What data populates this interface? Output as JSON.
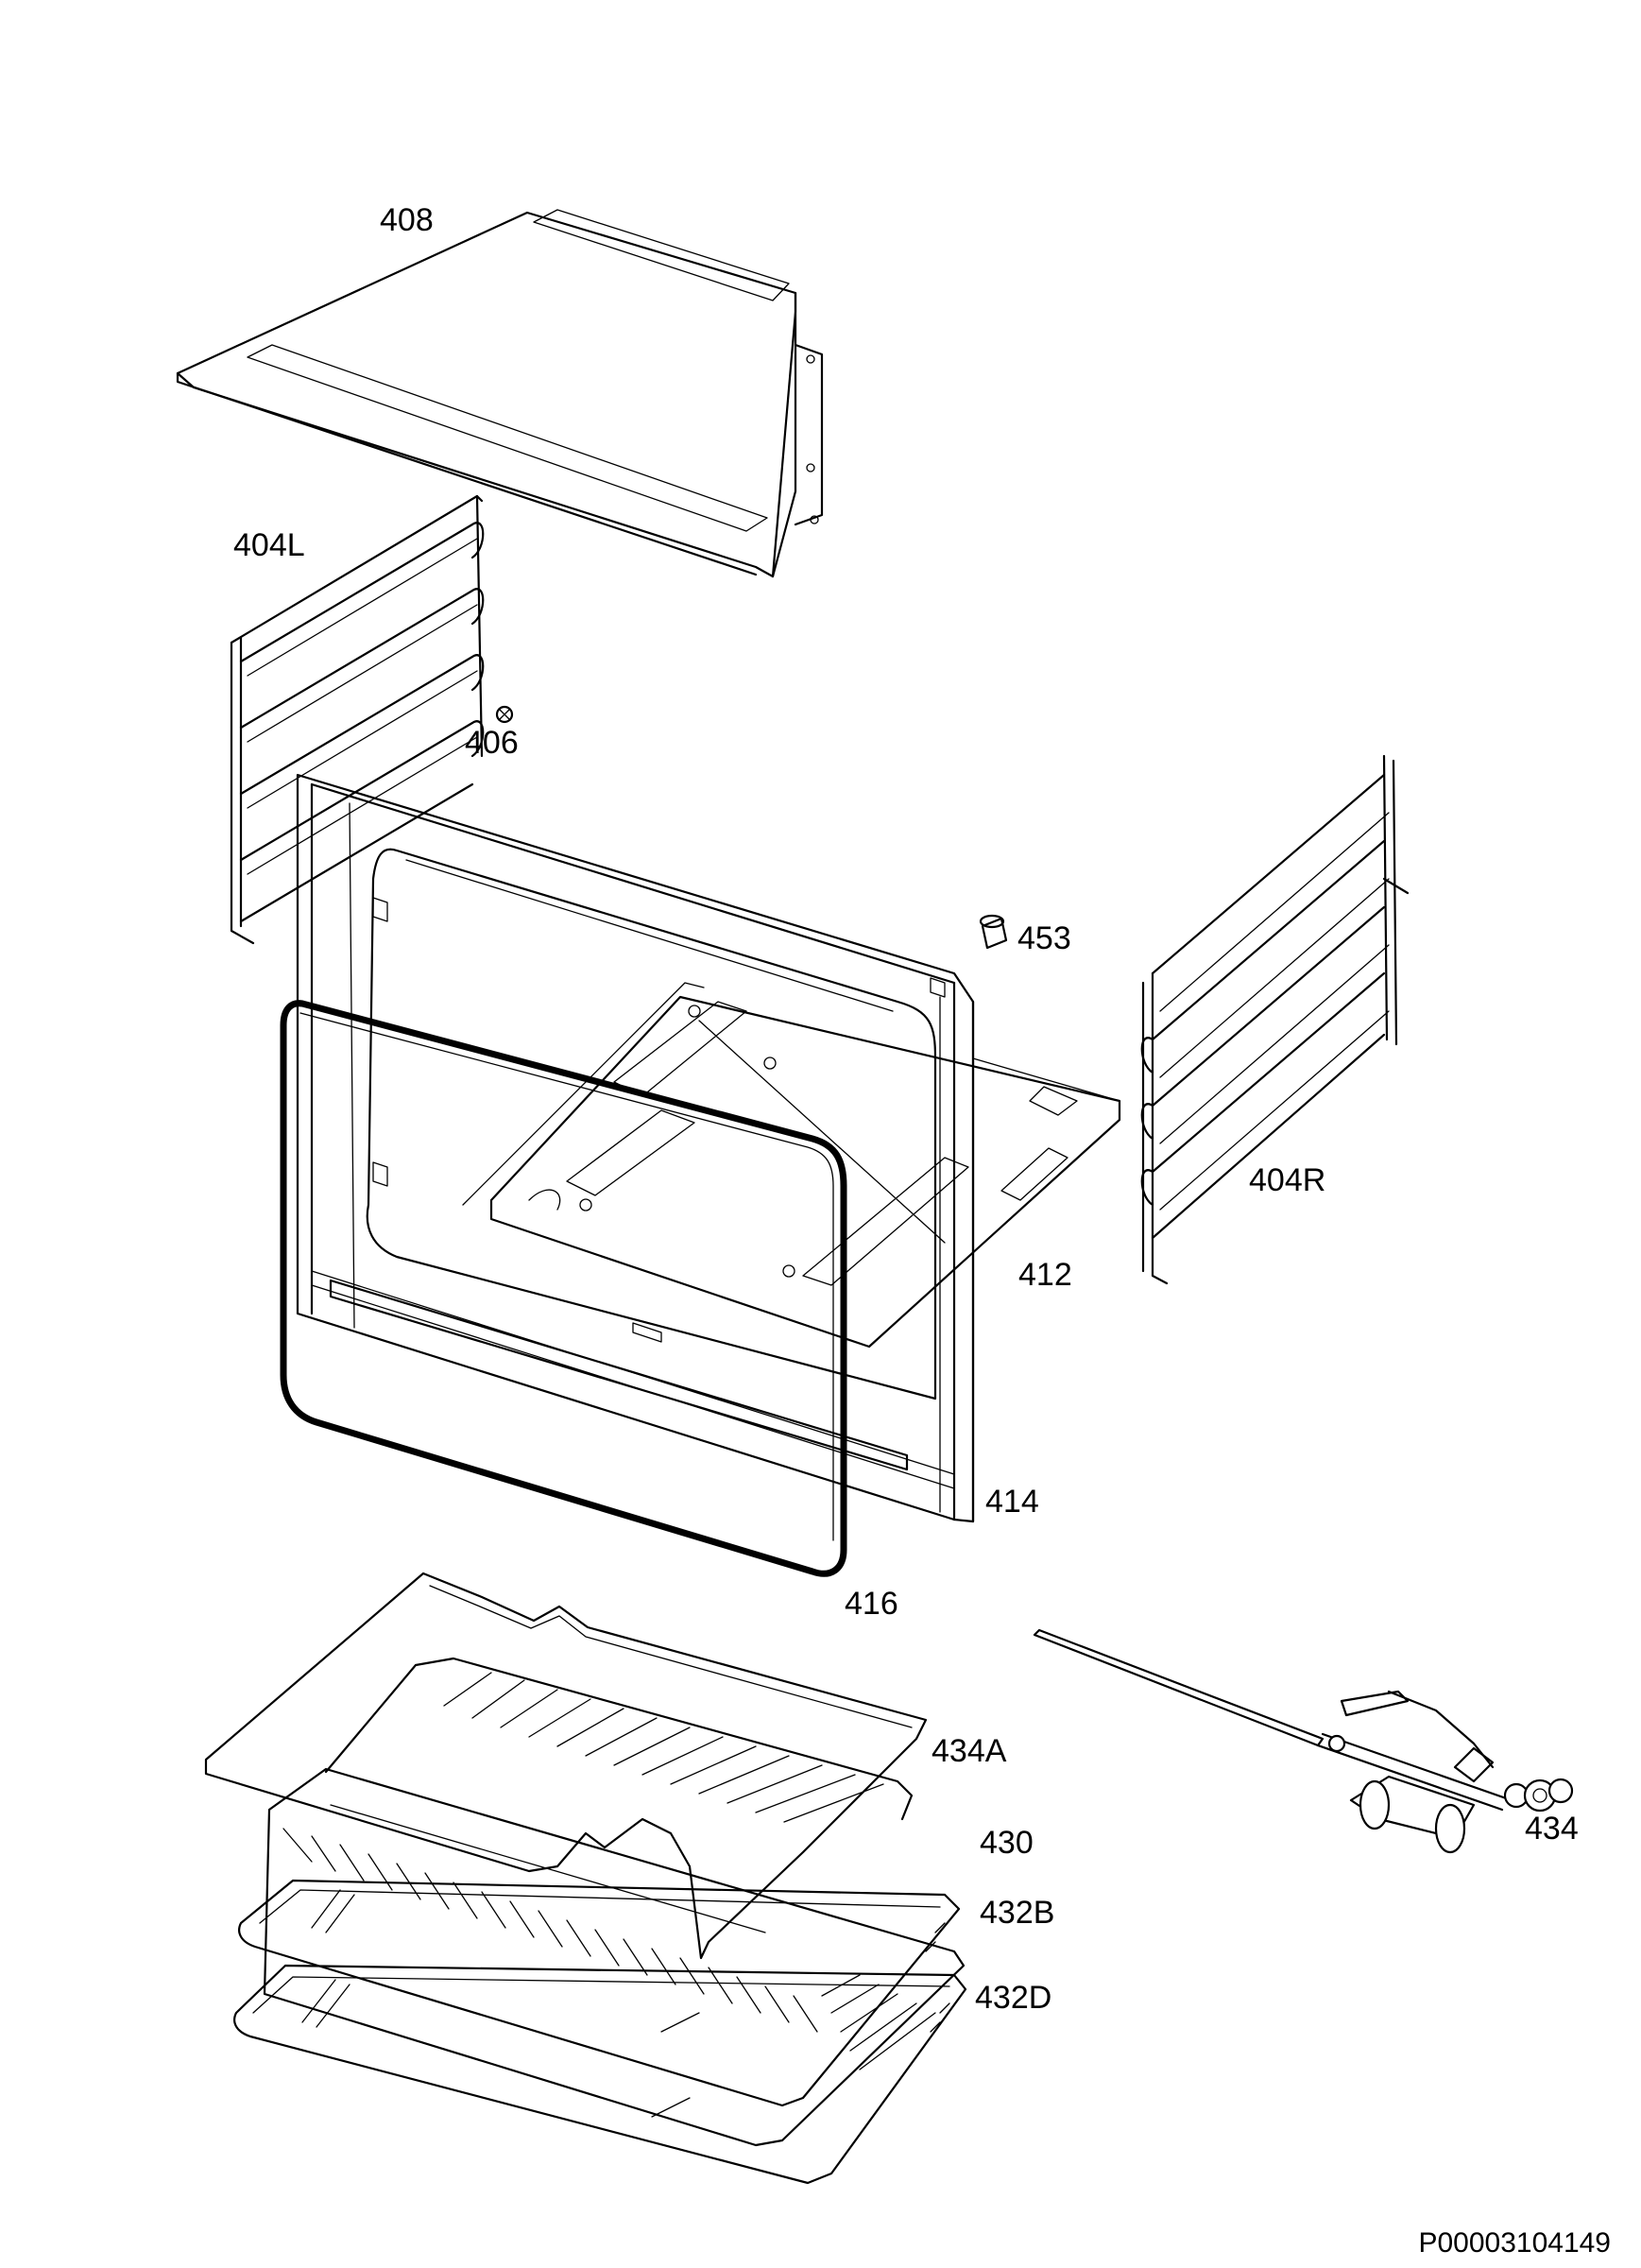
{
  "parts": [
    {
      "key": "408",
      "label": "408"
    },
    {
      "key": "404L",
      "label": "404L"
    },
    {
      "key": "406",
      "label": "406"
    },
    {
      "key": "453",
      "label": "453"
    },
    {
      "key": "404R",
      "label": "404R"
    },
    {
      "key": "412",
      "label": "412"
    },
    {
      "key": "414",
      "label": "414"
    },
    {
      "key": "416",
      "label": "416"
    },
    {
      "key": "434A",
      "label": "434A"
    },
    {
      "key": "430",
      "label": "430"
    },
    {
      "key": "432B",
      "label": "432B"
    },
    {
      "key": "432D",
      "label": "432D"
    },
    {
      "key": "434",
      "label": "434"
    }
  ],
  "document_ref": "P00003104149"
}
